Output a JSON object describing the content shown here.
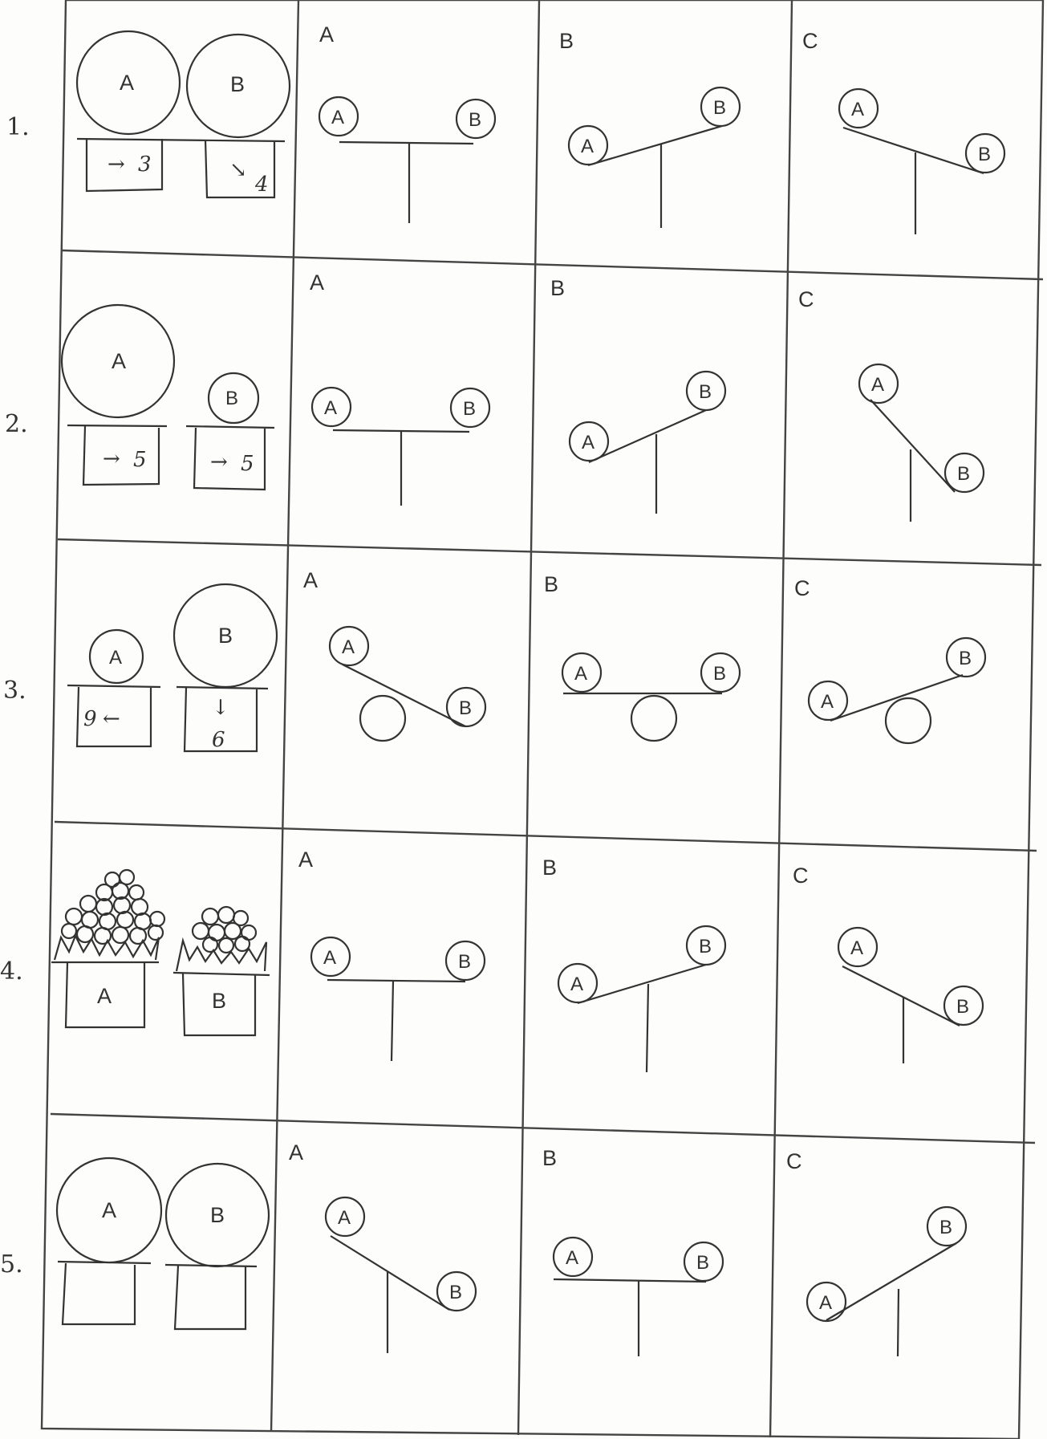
{
  "rows": [
    {
      "number": "1.",
      "stimulus": {
        "type": "balls",
        "ball_a": {
          "label": "A",
          "size": "large"
        },
        "ball_b": {
          "label": "B",
          "size": "large"
        },
        "box_a": {
          "arrow": "→",
          "value": "3"
        },
        "box_b": {
          "arrow": "↘",
          "value": "4"
        }
      },
      "options": [
        {
          "letter": "A",
          "tilt": "level",
          "label_a": "A",
          "label_b": "B"
        },
        {
          "letter": "B",
          "tilt": "a-down",
          "label_a": "A",
          "label_b": "B"
        },
        {
          "letter": "C",
          "tilt": "b-down",
          "label_a": "A",
          "label_b": "B"
        }
      ]
    },
    {
      "number": "2.",
      "stimulus": {
        "type": "balls",
        "ball_a": {
          "label": "A",
          "size": "large"
        },
        "ball_b": {
          "label": "B",
          "size": "small"
        },
        "box_a": {
          "arrow": "→",
          "value": "5"
        },
        "box_b": {
          "arrow": "→",
          "value": "5"
        }
      },
      "options": [
        {
          "letter": "A",
          "tilt": "level",
          "label_a": "A",
          "label_b": "B"
        },
        {
          "letter": "B",
          "tilt": "a-down",
          "label_a": "A",
          "label_b": "B"
        },
        {
          "letter": "C",
          "tilt": "b-down-steep",
          "label_a": "A",
          "label_b": "B"
        }
      ]
    },
    {
      "number": "3.",
      "stimulus": {
        "type": "balls",
        "ball_a": {
          "label": "A",
          "size": "small"
        },
        "ball_b": {
          "label": "B",
          "size": "large"
        },
        "box_a": {
          "arrow": "←",
          "value": "9"
        },
        "box_b": {
          "arrow": "↓",
          "value": "6"
        }
      },
      "options": [
        {
          "letter": "A",
          "tilt": "b-down",
          "label_a": "A",
          "label_b": "B",
          "fulcrum": "ball"
        },
        {
          "letter": "B",
          "tilt": "level",
          "label_a": "A",
          "label_b": "B",
          "fulcrum": "ball"
        },
        {
          "letter": "C",
          "tilt": "a-down",
          "label_a": "A",
          "label_b": "B",
          "fulcrum": "ball"
        }
      ]
    },
    {
      "number": "4.",
      "stimulus": {
        "type": "flowers",
        "box_a": {
          "label": "A"
        },
        "box_b": {
          "label": "B"
        },
        "pot_a": "more flowers",
        "pot_b": "fewer flowers"
      },
      "options": [
        {
          "letter": "A",
          "tilt": "level",
          "label_a": "A",
          "label_b": "B"
        },
        {
          "letter": "B",
          "tilt": "a-down",
          "label_a": "A",
          "label_b": "B"
        },
        {
          "letter": "C",
          "tilt": "b-down",
          "label_a": "A",
          "label_b": "B"
        }
      ]
    },
    {
      "number": "5.",
      "stimulus": {
        "type": "balls",
        "ball_a": {
          "label": "A",
          "size": "large"
        },
        "ball_b": {
          "label": "B",
          "size": "large"
        },
        "box_a": {
          "arrow": "",
          "value": ""
        },
        "box_b": {
          "arrow": "",
          "value": ""
        }
      },
      "options": [
        {
          "letter": "A",
          "tilt": "b-down",
          "label_a": "A",
          "label_b": "B"
        },
        {
          "letter": "B",
          "tilt": "level",
          "label_a": "A",
          "label_b": "B"
        },
        {
          "letter": "C",
          "tilt": "a-down",
          "label_a": "A",
          "label_b": "B"
        }
      ]
    }
  ]
}
